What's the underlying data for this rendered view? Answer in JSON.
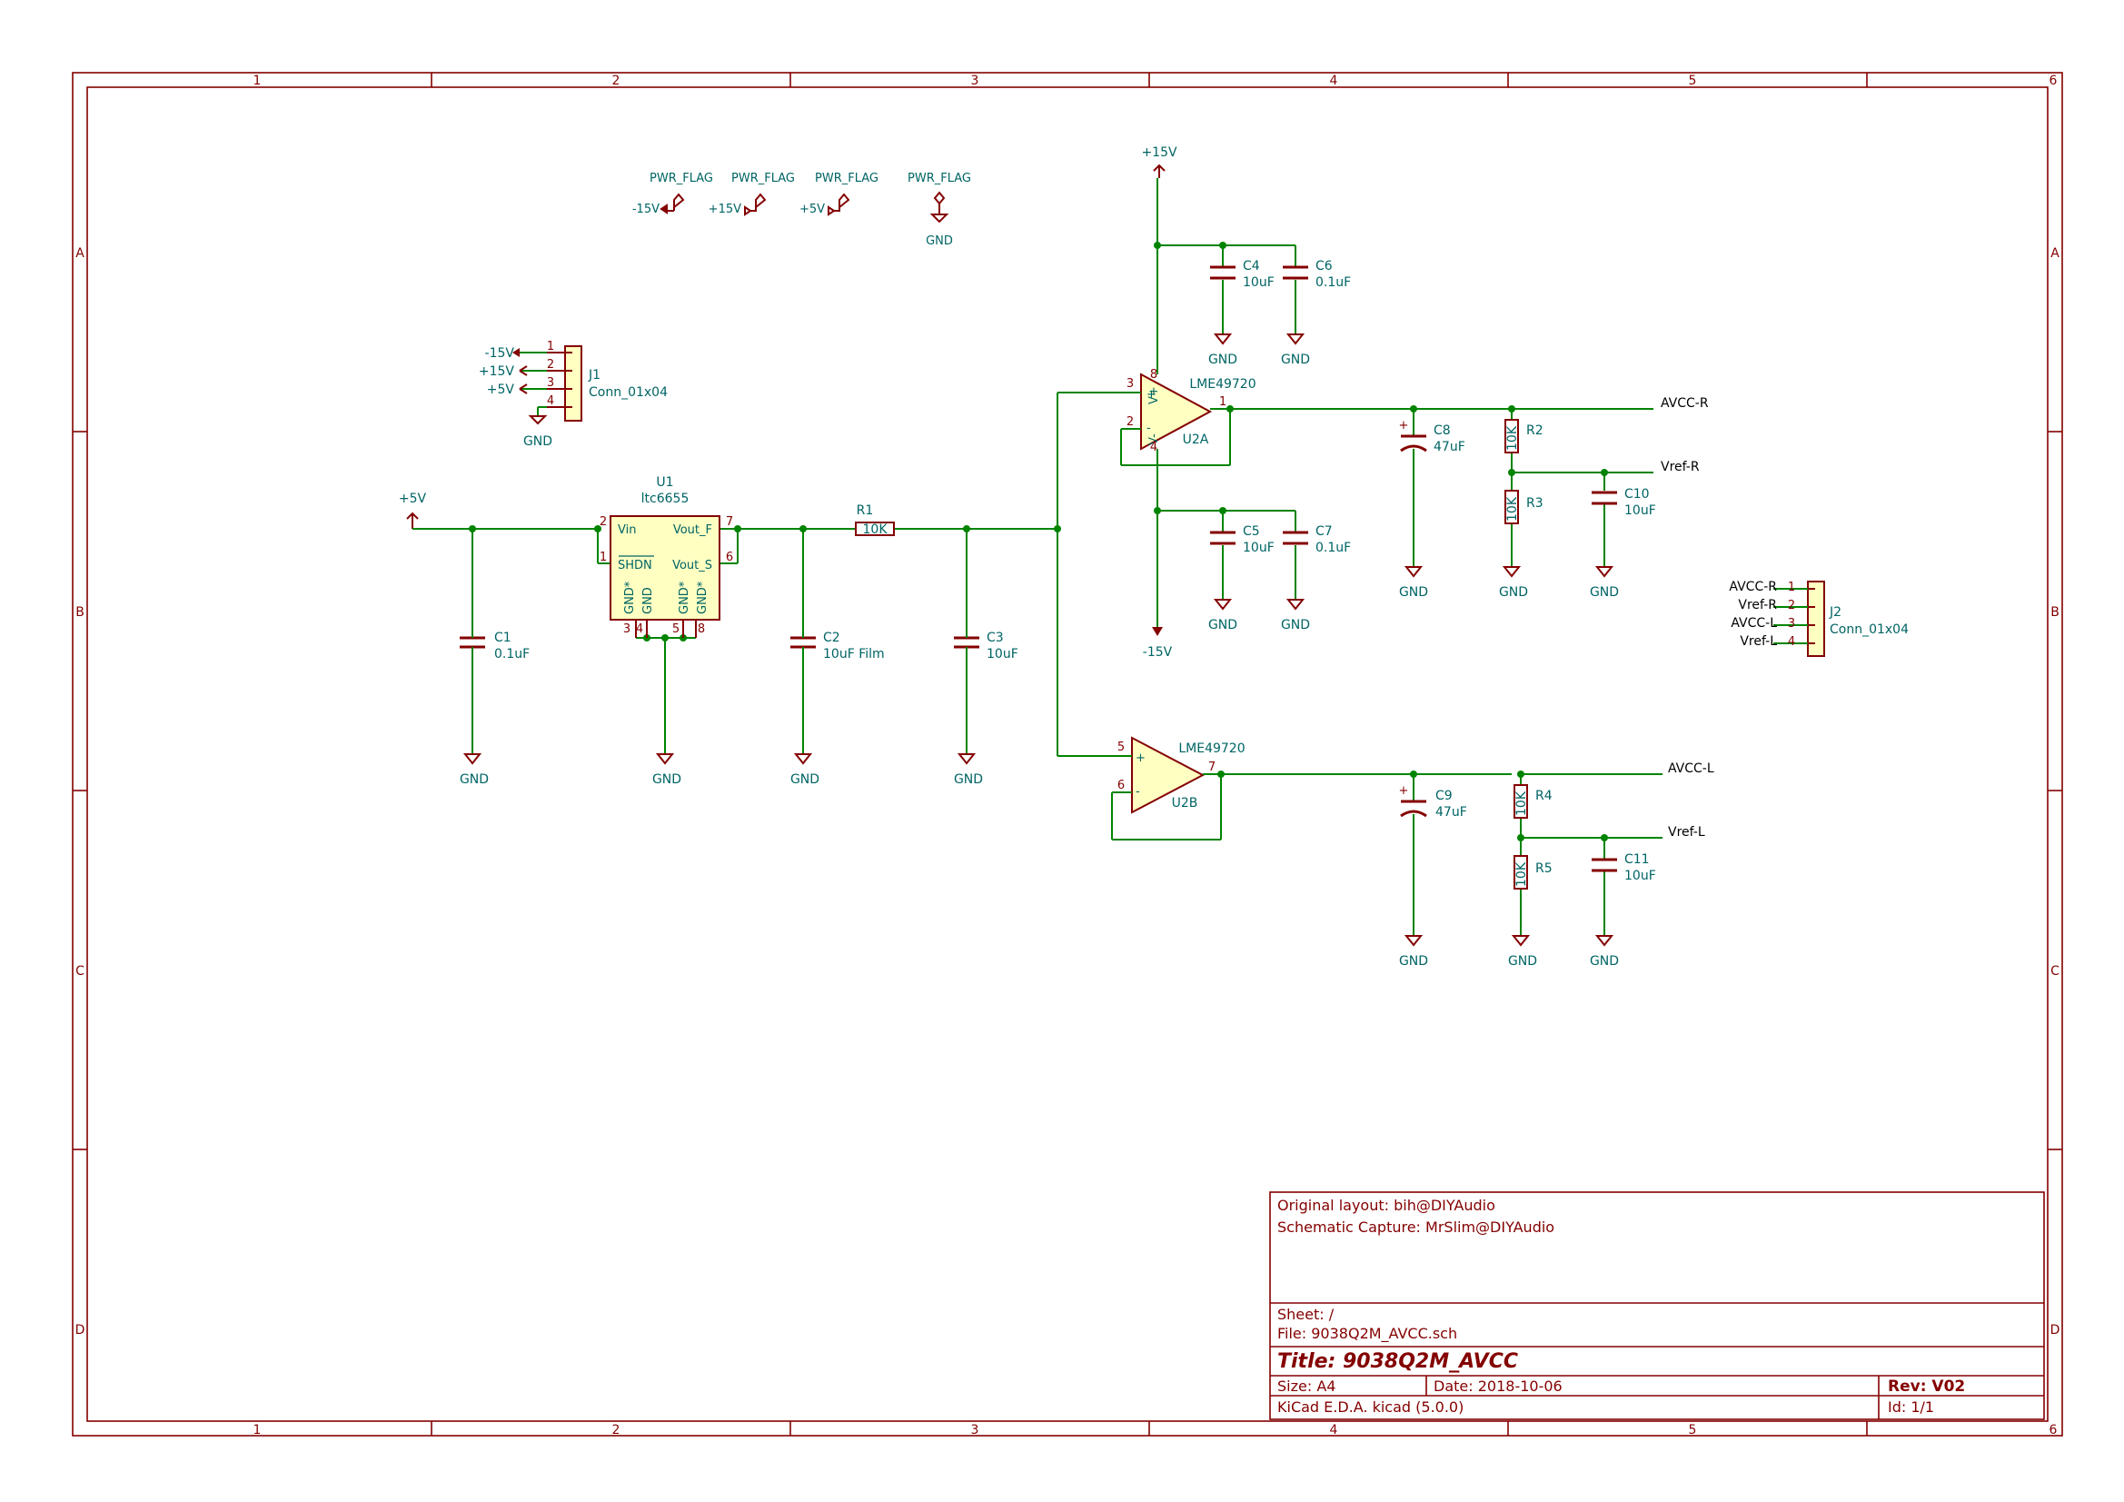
{
  "frame": {
    "columns": [
      "1",
      "2",
      "3",
      "4",
      "5",
      "6"
    ],
    "rows": [
      "A",
      "B",
      "C",
      "D"
    ]
  },
  "pwr_flags": {
    "flag_label": "PWR_FLAG",
    "neg15": "-15V",
    "pos15": "+15V",
    "pos5": "+5V",
    "gnd": "GND"
  },
  "rails": {
    "plus15": "+15V",
    "minus15": "-15V",
    "plus5": "+5V",
    "gnd": "GND"
  },
  "J1": {
    "ref": "J1",
    "value": "Conn_01x04",
    "pins": [
      "1",
      "2",
      "3",
      "4"
    ],
    "nets": [
      "-15V",
      "+15V",
      "+5V"
    ],
    "gnd": "GND"
  },
  "J2": {
    "ref": "J2",
    "value": "Conn_01x04",
    "pins": [
      "1",
      "2",
      "3",
      "4"
    ],
    "nets": [
      "AVCC-R",
      "Vref-R",
      "AVCC-L",
      "Vref-L"
    ]
  },
  "U1": {
    "ref": "U1",
    "value": "ltc6655",
    "pin_names": {
      "vin": "Vin",
      "shdn": "SHDN",
      "voutf": "Vout_F",
      "vouts": "Vout_S",
      "gnd1": "GND*",
      "gnd2": "GND",
      "gnd3": "GND*",
      "gnd4": "GND*"
    },
    "pin_numbers": {
      "p1": "1",
      "p2": "2",
      "p3": "3",
      "p4": "4",
      "p5": "5",
      "p6": "6",
      "p7": "7",
      "p8": "8"
    }
  },
  "R1": {
    "ref": "R1",
    "value": "10K"
  },
  "C1": {
    "ref": "C1",
    "value": "0.1uF"
  },
  "C2": {
    "ref": "C2",
    "value": "10uF Film"
  },
  "C3": {
    "ref": "C3",
    "value": "10uF"
  },
  "C4": {
    "ref": "C4",
    "value": "10uF"
  },
  "C5": {
    "ref": "C5",
    "value": "10uF"
  },
  "C6": {
    "ref": "C6",
    "value": "0.1uF"
  },
  "C7": {
    "ref": "C7",
    "value": "0.1uF"
  },
  "C8": {
    "ref": "C8",
    "value": "47uF"
  },
  "C9": {
    "ref": "C9",
    "value": "47uF"
  },
  "C10": {
    "ref": "C10",
    "value": "10uF"
  },
  "C11": {
    "ref": "C11",
    "value": "10uF"
  },
  "R2": {
    "ref": "R2",
    "value": "10K"
  },
  "R3": {
    "ref": "R3",
    "value": "10K"
  },
  "R4": {
    "ref": "R4",
    "value": "10K"
  },
  "R5": {
    "ref": "R5",
    "value": "10K"
  },
  "U2A": {
    "ref": "U2A",
    "value": "LME49720",
    "pins": {
      "in_p": "3",
      "in_n": "2",
      "out": "1",
      "vpos": "8",
      "vneg": "4"
    },
    "symbols": {
      "plus": "+",
      "minus": "-",
      "vp": "V+",
      "vm": "V-"
    }
  },
  "U2B": {
    "ref": "U2B",
    "value": "LME49720",
    "pins": {
      "in_p": "5",
      "in_n": "6",
      "out": "7"
    },
    "symbols": {
      "plus": "+",
      "minus": "-"
    }
  },
  "nets": {
    "avcc_r": "AVCC-R",
    "vref_r": "Vref-R",
    "avcc_l": "AVCC-L",
    "vref_l": "Vref-L"
  },
  "title_block": {
    "comment1": "Original layout: bih@DIYAudio",
    "comment2": "Schematic Capture: MrSlim@DIYAudio",
    "sheet": "Sheet: /",
    "file": "File: 9038Q2M_AVCC.sch",
    "title_label": "Title:",
    "title": "9038Q2M_AVCC",
    "size": "Size: A4",
    "date": "Date: 2018-10-06",
    "rev": "Rev: V02",
    "tool": "KiCad E.D.A.  kicad (5.0.0)",
    "id": "Id: 1/1"
  }
}
